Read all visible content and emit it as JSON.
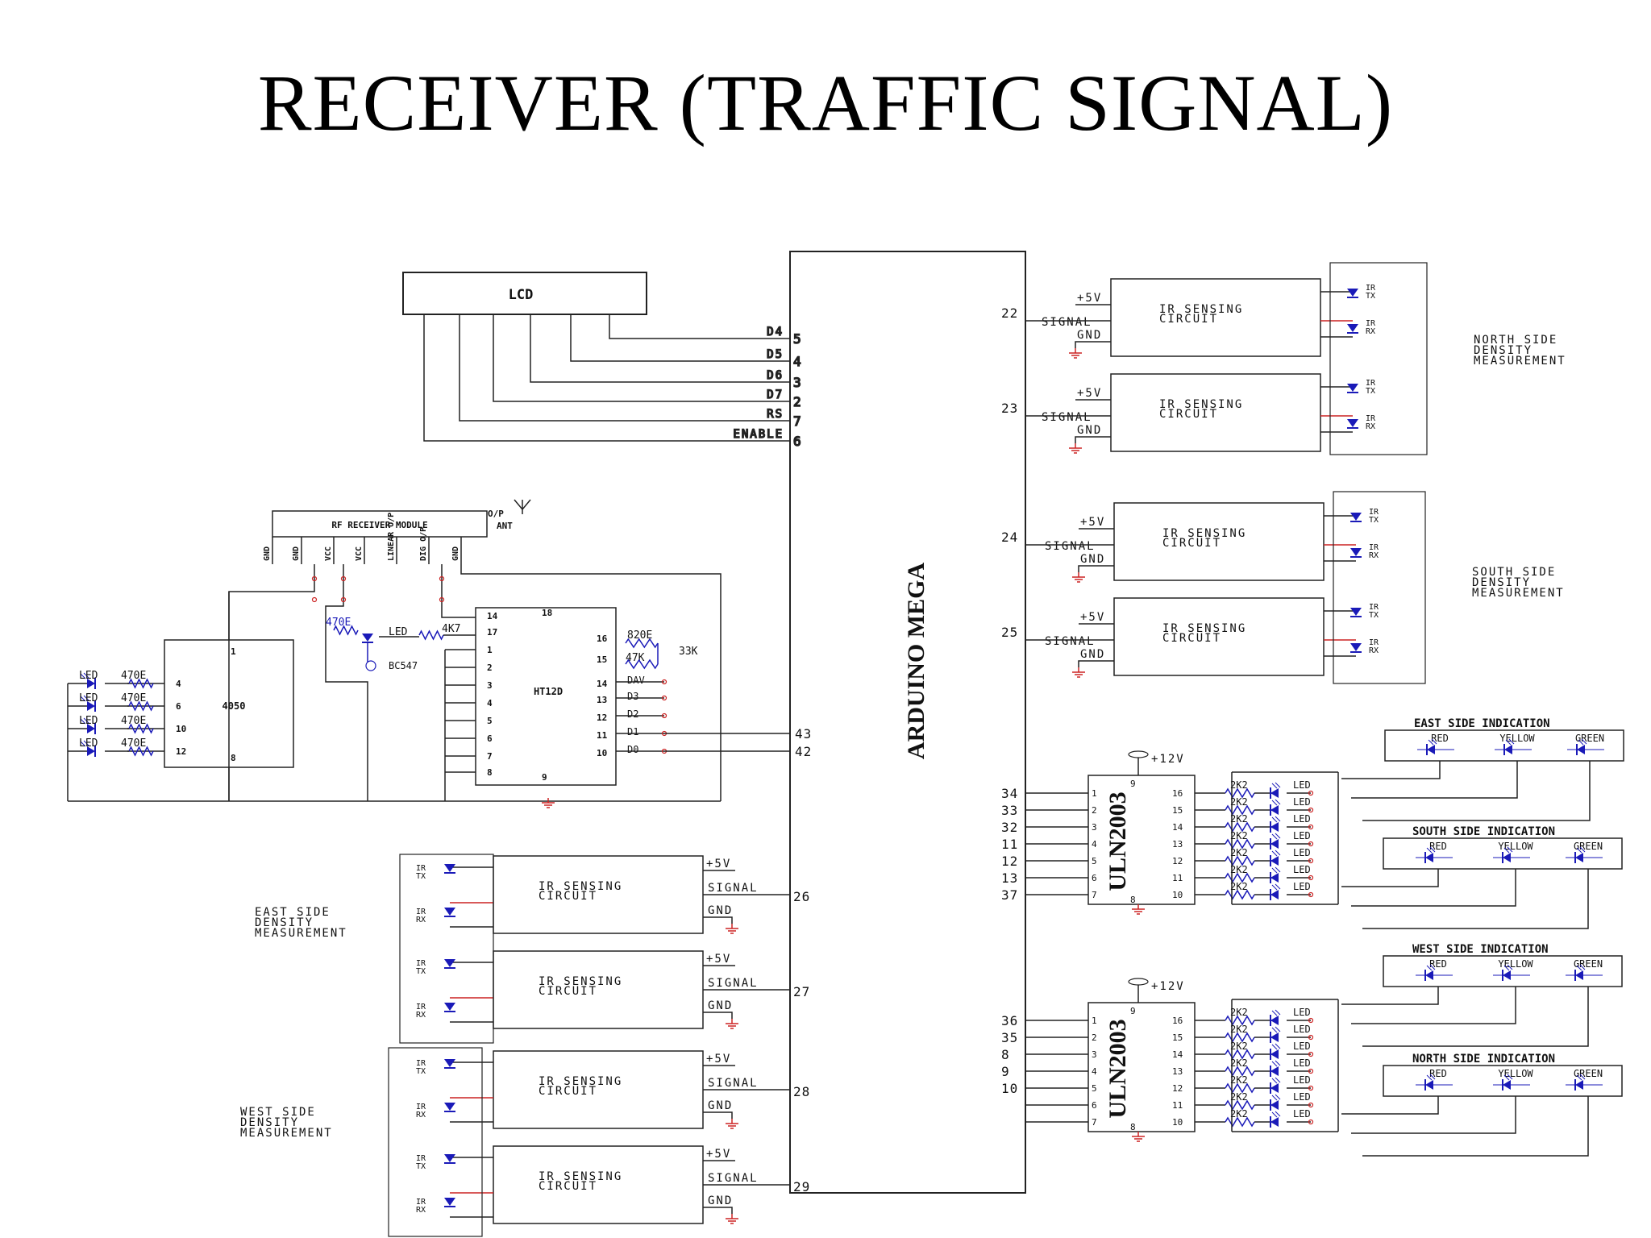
{
  "title": "RECEIVER (TRAFFIC SIGNAL)",
  "arduino_label": "ARDUINO MEGA",
  "lcd": {
    "label": "LCD",
    "signals": [
      {
        "name": "D4",
        "pin": "5"
      },
      {
        "name": "D5",
        "pin": "4"
      },
      {
        "name": "D6",
        "pin": "3"
      },
      {
        "name": "D7",
        "pin": "2"
      },
      {
        "name": "RS",
        "pin": "7"
      },
      {
        "name": "ENABLE",
        "pin": "6"
      }
    ]
  },
  "rf": {
    "module_label": "RF RECEIVER MODULE",
    "pins": [
      "GND",
      "GND",
      "VCC",
      "VCC",
      "LINEAR O/P",
      "DIG O/P",
      "GND"
    ],
    "op_label": "O/P",
    "ant_label": "ANT",
    "led_label": "LED",
    "r470": "470E",
    "r4k7": "4K7",
    "transistor": "BC547",
    "buffer": {
      "label": "4050",
      "pin_top": "1",
      "pin_bottom": "8",
      "pins": [
        "4",
        "6",
        "10",
        "12"
      ]
    },
    "indicator_leds": [
      {
        "led": "LED",
        "res": "470E"
      },
      {
        "led": "LED",
        "res": "470E"
      },
      {
        "led": "LED",
        "res": "470E"
      },
      {
        "led": "LED",
        "res": "470E"
      }
    ],
    "decoder": {
      "label": "HT12D",
      "left_pins": [
        "14",
        "17",
        "1",
        "2",
        "3",
        "4",
        "5",
        "6",
        "7",
        "8"
      ],
      "top_pin": "18",
      "bottom_pin": "9",
      "right_pins": [
        "16",
        "15",
        "14",
        "13",
        "12",
        "11",
        "10"
      ],
      "right_labels": [
        "DAV",
        "D3",
        "D2",
        "D1",
        "D0"
      ],
      "r820": "820E",
      "r47k": "47K",
      "r33k": "33K"
    },
    "mega_pins": [
      "43",
      "42"
    ]
  },
  "ir_common": {
    "circuit": [
      "IR SENSING",
      "CIRCUIT"
    ],
    "plus5v": "+5V",
    "signal": "SIGNAL",
    "gnd": "GND",
    "tx": [
      "IR",
      "TX"
    ],
    "rx": [
      "IR",
      "RX"
    ]
  },
  "north_density": {
    "label": [
      "NORTH SIDE",
      "DENSITY",
      "MEASUREMENT"
    ],
    "pins": [
      "22",
      "23"
    ]
  },
  "south_density": {
    "label": [
      "SOUTH SIDE",
      "DENSITY",
      "MEASUREMENT"
    ],
    "pins": [
      "24",
      "25"
    ]
  },
  "east_density": {
    "label": [
      "EAST SIDE",
      "DENSITY",
      "MEASUREMENT"
    ],
    "pins": [
      "26",
      "27"
    ]
  },
  "west_density": {
    "label": [
      "WEST SIDE",
      "DENSITY",
      "MEASUREMENT"
    ],
    "pins": [
      "28",
      "29"
    ]
  },
  "uln_a": {
    "label": "ULN2003",
    "v12": "+12V",
    "top_pin": "9",
    "bottom_pin": "8",
    "in_pins": [
      "1",
      "2",
      "3",
      "4",
      "5",
      "6",
      "7"
    ],
    "out_pins": [
      "16",
      "15",
      "14",
      "13",
      "12",
      "11",
      "10"
    ],
    "mega_pins": [
      "34",
      "33",
      "32",
      "11",
      "12",
      "13",
      "37"
    ],
    "res": "2K2",
    "led": "LED"
  },
  "uln_b": {
    "label": "ULN2003",
    "v12": "+12V",
    "top_pin": "9",
    "bottom_pin": "8",
    "in_pins": [
      "1",
      "2",
      "3",
      "4",
      "5",
      "6",
      "7"
    ],
    "out_pins": [
      "16",
      "15",
      "14",
      "13",
      "12",
      "11",
      "10"
    ],
    "mega_pins": [
      "36",
      "35",
      "8",
      "9",
      "10"
    ],
    "res": "2K2",
    "led": "LED"
  },
  "indications": [
    {
      "title": "EAST SIDE INDICATION",
      "lights": [
        "RED",
        "YELLOW",
        "GREEN"
      ]
    },
    {
      "title": "SOUTH SIDE INDICATION",
      "lights": [
        "RED",
        "YELLOW",
        "GREEN"
      ]
    },
    {
      "title": "WEST SIDE INDICATION",
      "lights": [
        "RED",
        "YELLOW",
        "GREEN"
      ]
    },
    {
      "title": "NORTH SIDE INDICATION",
      "lights": [
        "RED",
        "YELLOW",
        "GREEN"
      ]
    }
  ],
  "colors": {
    "wire": "#222222",
    "component": "#1a1ab8",
    "connection": "#cc2222",
    "background": "#ffffff"
  }
}
